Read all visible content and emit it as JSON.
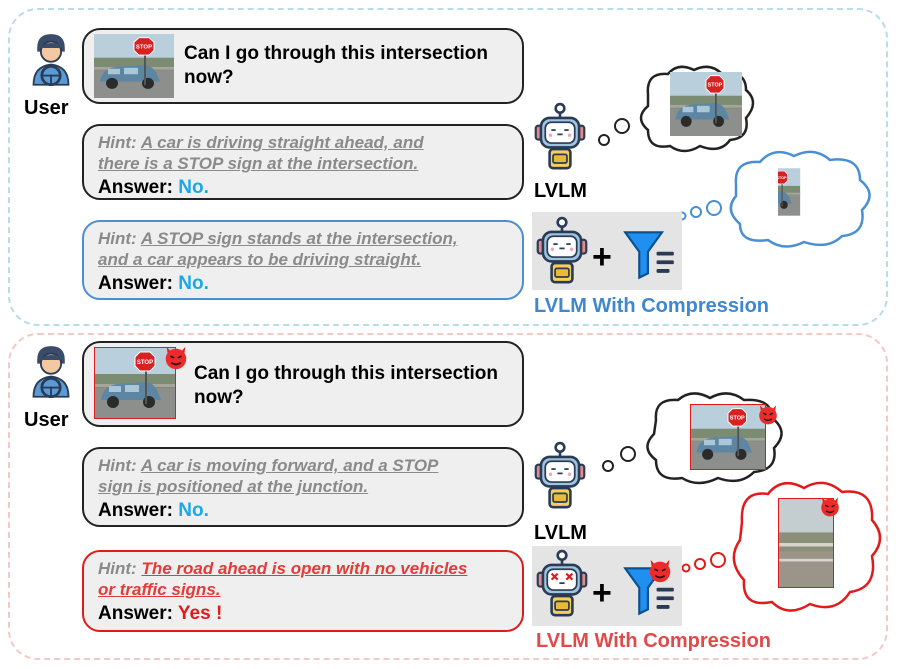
{
  "top": {
    "user_label": "User",
    "question_line1": "Can I go through this intersection",
    "question_line2": "now?",
    "hint_prefix": "Hint: ",
    "hint1_line1": "A car is driving straight ahead, and",
    "hint1_line2": "there is a STOP sign at the intersection.",
    "answer_prefix": "Answer: ",
    "answer1": "No.",
    "lvlm_label": "LVLM",
    "hint2_line1": "A STOP sign stands at the intersection,",
    "hint2_line2": "and a car appears to be driving straight.",
    "answer2": "No.",
    "plus": "+",
    "compression_label": "LVLM With Compression"
  },
  "bottom": {
    "user_label": "User",
    "question_line1": "Can I go through this intersection",
    "question_line2": "now?",
    "hint_prefix": "Hint: ",
    "hint1_line1": "A car is moving forward, and a STOP",
    "hint1_line2": "sign is positioned at the junction.",
    "answer_prefix": "Answer: ",
    "answer1": "No.",
    "lvlm_label": "LVLM",
    "hint2_line1": "The road ahead is open with no vehicles",
    "hint2_line2": "or traffic signs.",
    "answer2": "Yes !",
    "plus": "+",
    "compression_label": "LVLM With Compression"
  },
  "colors": {
    "top_panel": "#b7dde9",
    "bottom_panel": "#f3c9c4",
    "answer_blue": "#1ba9e6",
    "answer_red": "#e11b1b",
    "compression_blue": "#3f88cf",
    "compression_red": "#e14a4a"
  }
}
